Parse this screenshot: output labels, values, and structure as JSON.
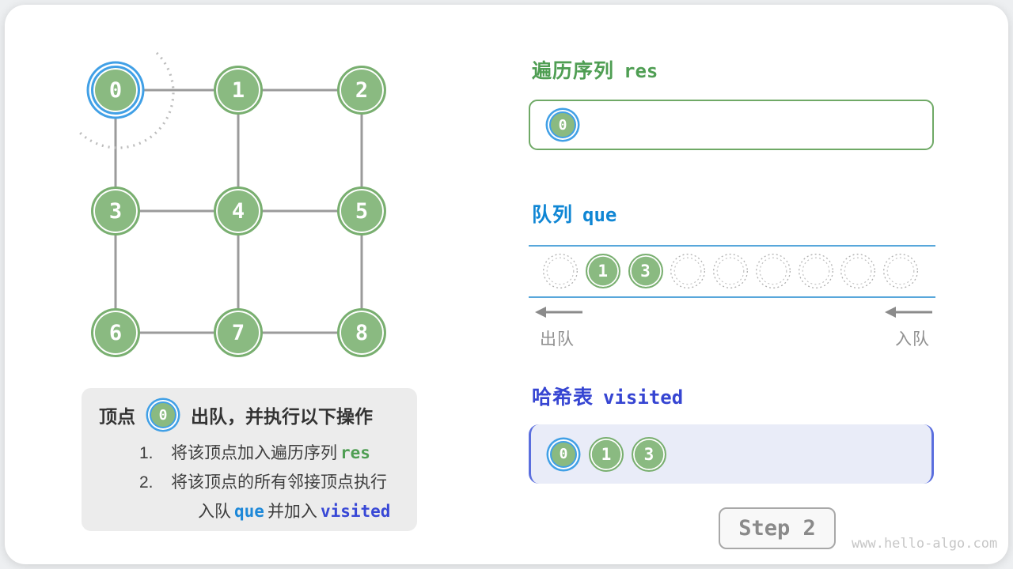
{
  "graph": {
    "nodes": [
      {
        "label": "0",
        "highlighted": true
      },
      {
        "label": "1",
        "highlighted": false
      },
      {
        "label": "2",
        "highlighted": false
      },
      {
        "label": "3",
        "highlighted": false
      },
      {
        "label": "4",
        "highlighted": false
      },
      {
        "label": "5",
        "highlighted": false
      },
      {
        "label": "6",
        "highlighted": false
      },
      {
        "label": "7",
        "highlighted": false
      },
      {
        "label": "8",
        "highlighted": false
      }
    ],
    "edges": [
      [
        0,
        1
      ],
      [
        1,
        2
      ],
      [
        3,
        4
      ],
      [
        4,
        5
      ],
      [
        6,
        7
      ],
      [
        7,
        8
      ],
      [
        0,
        3
      ],
      [
        1,
        4
      ],
      [
        2,
        5
      ],
      [
        3,
        6
      ],
      [
        4,
        7
      ],
      [
        5,
        8
      ]
    ]
  },
  "info_box": {
    "title_prefix": "顶点",
    "title_badge": "0",
    "title_suffix": "出队，并执行以下操作",
    "item1_num": "1.",
    "item1_text": "将该顶点加入遍历序列",
    "item1_code": "res",
    "item2_num": "2.",
    "item2_text": "将该顶点的所有邻接顶点执行",
    "item2_cont_t1": "入队",
    "item2_cont_c1": "que",
    "item2_cont_t2": "并加入",
    "item2_cont_c2": "visited"
  },
  "sections": {
    "res": {
      "title_zh": "遍历序列",
      "title_code": "res",
      "items": [
        {
          "label": "0",
          "highlighted": true
        }
      ]
    },
    "que": {
      "title_zh": "队列",
      "title_code": "que",
      "slots": [
        null,
        "1",
        "3",
        null,
        null,
        null,
        null,
        null,
        null
      ],
      "dequeue_label": "出队",
      "enqueue_label": "入队"
    },
    "visited": {
      "title_zh": "哈希表",
      "title_code": "visited",
      "items": [
        {
          "label": "0",
          "highlighted": true
        },
        {
          "label": "1",
          "highlighted": false
        },
        {
          "label": "3",
          "highlighted": false
        }
      ]
    }
  },
  "footer": {
    "step_label": "Step 2",
    "watermark": "www.hello-algo.com"
  },
  "colors": {
    "node_green": "#8aba81",
    "node_border_green": "#79af70",
    "highlight_blue": "#41a0e6",
    "header_green": "#4f9e53",
    "header_blue": "#0f86d4",
    "header_indigo": "#3645d2",
    "queue_line_blue": "#58a7db",
    "visited_bg": "#e9ecf8",
    "visited_border": "#5a6ede",
    "info_bg": "#ececec"
  }
}
